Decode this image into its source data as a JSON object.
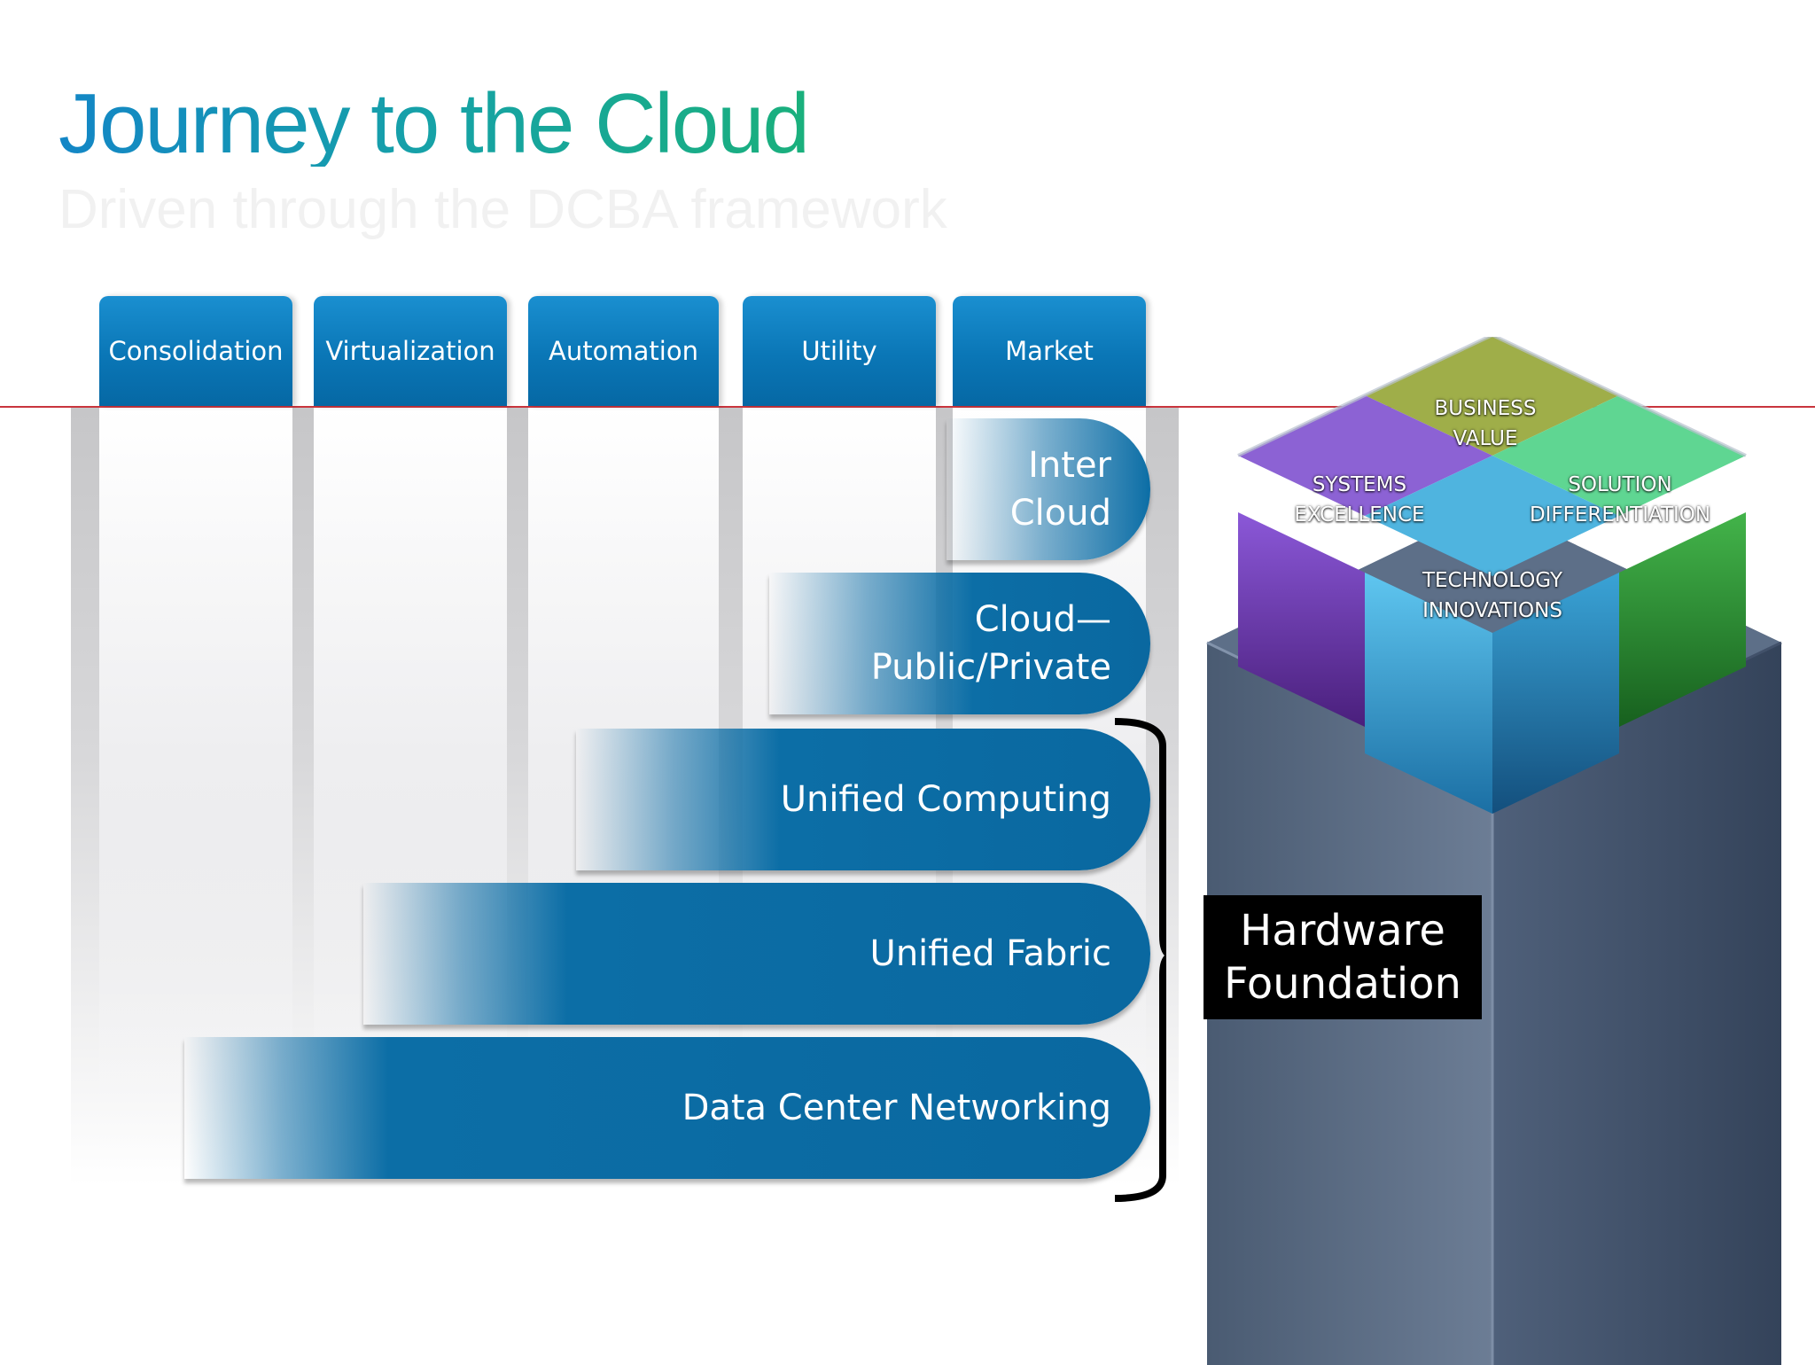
{
  "header": {
    "title": "Journey to the Cloud",
    "subtitle": "Driven through the DCBA framework"
  },
  "columns": [
    "Consolidation",
    "Virtualization",
    "Automation",
    "Utility",
    "Market"
  ],
  "bars": [
    "Inter\nCloud",
    "Cloud—\nPublic/Private",
    "Unified Computing",
    "Unified Fabric",
    "Data Center Networking"
  ],
  "hardware": {
    "line1": "Hardware",
    "line2": "Foundation"
  },
  "cube": {
    "top": "BUSINESS\nVALUE",
    "left": "SYSTEMS\nEXCELLENCE",
    "right": "SOLUTION\nDIFFERENTIATION",
    "front": "TECHNOLOGY\nINNOVATIONS"
  },
  "colors": {
    "accent_blue": "#0a6ea8",
    "title_start": "#1386c6",
    "title_end": "#1ab07c",
    "red_line": "#c9353d",
    "tower": "#56677e"
  }
}
